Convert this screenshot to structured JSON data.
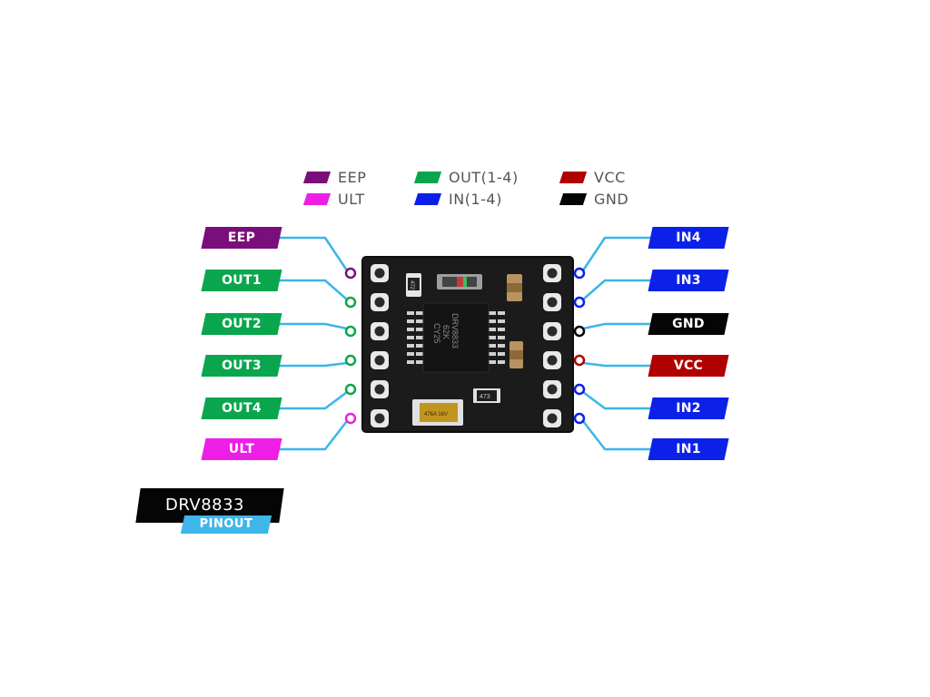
{
  "title": "DRV8833",
  "subtitle": "PINOUT",
  "colors": {
    "eep": "#7a0e7a",
    "ult": "#ee1ee6",
    "out": "#0aa64e",
    "in": "#0b21e8",
    "vcc": "#b00000",
    "gnd": "#050505",
    "wire": "#39b6e8"
  },
  "legend": [
    {
      "label": "EEP",
      "color": "#7a0e7a"
    },
    {
      "label": "ULT",
      "color": "#ee1ee6"
    },
    {
      "label": "OUT(1-4)",
      "color": "#0aa64e"
    },
    {
      "label": "IN(1-4)",
      "color": "#0b21e8"
    },
    {
      "label": "VCC",
      "color": "#b00000"
    },
    {
      "label": "GND",
      "color": "#050505"
    }
  ],
  "left_pins": [
    {
      "label": "EEP",
      "color": "#7a0e7a"
    },
    {
      "label": "OUT1",
      "color": "#0aa64e"
    },
    {
      "label": "OUT2",
      "color": "#0aa64e"
    },
    {
      "label": "OUT3",
      "color": "#0aa64e"
    },
    {
      "label": "OUT4",
      "color": "#0aa64e"
    },
    {
      "label": "ULT",
      "color": "#ee1ee6"
    }
  ],
  "right_pins": [
    {
      "label": "IN4",
      "color": "#0b21e8"
    },
    {
      "label": "IN3",
      "color": "#0b21e8"
    },
    {
      "label": "GND",
      "color": "#050505"
    },
    {
      "label": "VCC",
      "color": "#b00000"
    },
    {
      "label": "IN2",
      "color": "#0b21e8"
    },
    {
      "label": "IN1",
      "color": "#0b21e8"
    }
  ],
  "board": {
    "chip_marking": [
      "DRV8833",
      "62K",
      "CY25"
    ],
    "resistor_top": "472",
    "resistor_bottom": "473",
    "capacitor_marking": "476A 16V"
  }
}
